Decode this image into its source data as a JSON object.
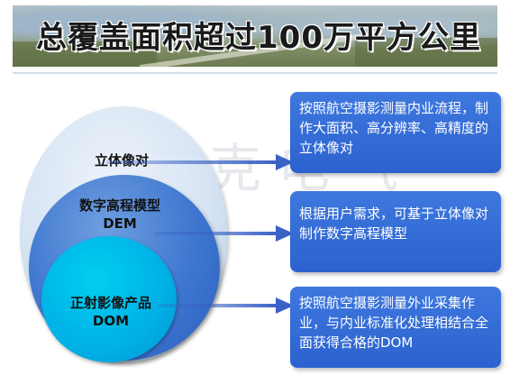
{
  "banner": {
    "title": "总覆盖面积超过100万平方公里"
  },
  "watermark": "埃派克电气",
  "circles": {
    "stereo_label": "立体像对",
    "dem_label_line1": "数字高程模型",
    "dem_label_line2": "DEM",
    "dom_label_line1": "正射影像产品",
    "dom_label_line2": "DOM"
  },
  "boxes": {
    "stereo_text": "按照航空摄影测量内业流程，制作大面积、高分辨率、高精度的立体像对",
    "dem_text": "根据用户需求，可基于立体像对制作数字高程模型",
    "dom_text": "按照航空摄影测量外业采集作业，与内业标准化处理相结合全面获得合格的DOM"
  },
  "colors": {
    "box_blue": "#3a6fd8",
    "outer_circle": "#d8e5f4",
    "middle_circle": "#3f77d0",
    "inner_circle": "#00b0e6",
    "arrow": "#3a62c4"
  }
}
